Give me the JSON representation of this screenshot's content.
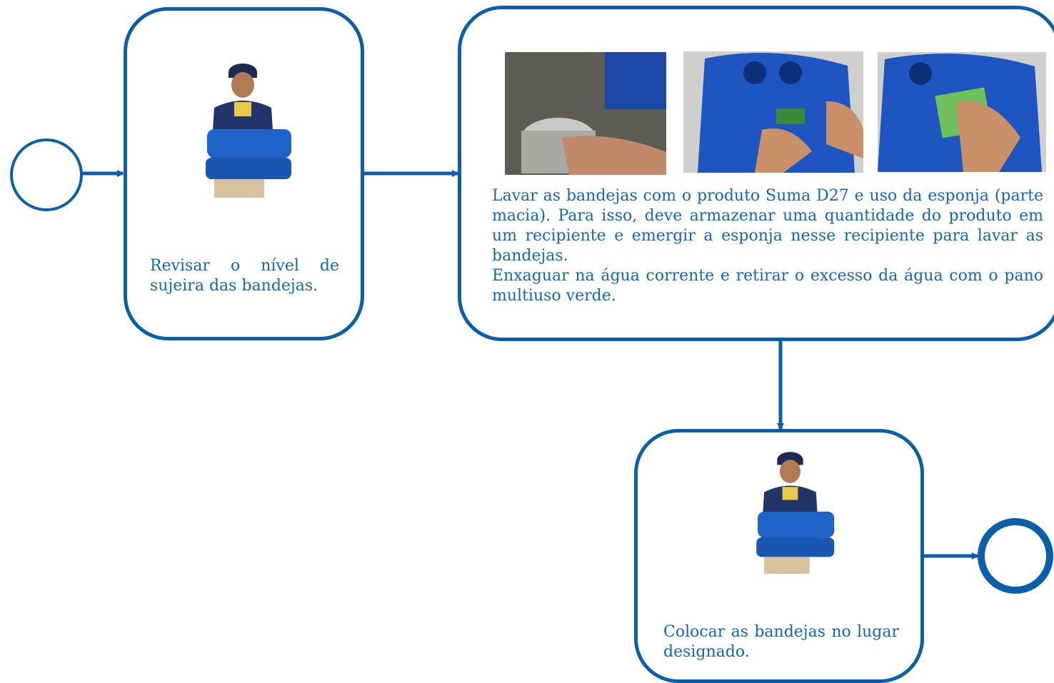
{
  "colors": {
    "stroke": "#0a5fa8",
    "text": "#1467b0"
  },
  "steps": [
    {
      "text": "Revisar o nível de sujeira das bandejas.",
      "image": "person-carrying-trays"
    },
    {
      "text1": "Lavar as bandejas com o produto Suma D27 e uso da esponja (parte macia).  Para isso, deve armazenar uma quantidade do produto em um recipiente e emergir a esponja nesse recipiente para lavar as bandejas.",
      "text2": "Enxaguar na água corrente e retirar o excesso da água com o pano multiuso verde.",
      "images": [
        "washing-pot-photo",
        "sponge-on-tray-photo",
        "green-cloth-on-tray-photo"
      ]
    },
    {
      "text": "Colocar as  bandejas no lugar designado.",
      "image": "person-carrying-trays"
    }
  ]
}
